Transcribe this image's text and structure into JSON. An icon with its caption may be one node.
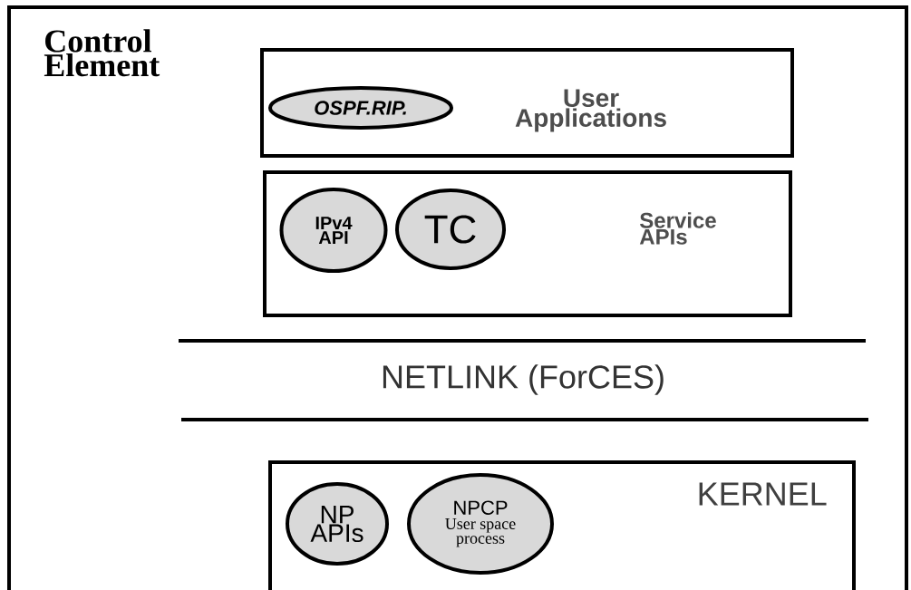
{
  "diagram": {
    "nodes": [
      {
        "text": [
          "Control Element"
        ]
      },
      {
        "text": [
          "User Applications"
        ],
        "in": 0
      },
      {
        "text": [
          "OSPF.RIP."
        ],
        "in": 1
      },
      {
        "text": [
          "Service APIs"
        ],
        "in": 0
      },
      {
        "text": [
          "IPv4 API"
        ],
        "in": 3
      },
      {
        "text": [
          "TC"
        ],
        "in": 3
      },
      {
        "text": [
          "NETLINK (ForCES)"
        ],
        "in": 0
      },
      {
        "text": [
          "KERNEL"
        ],
        "in": 0
      },
      {
        "text": [
          "NP APIs"
        ],
        "in": 7
      },
      {
        "text": [
          "NPCP",
          "User space process"
        ],
        "in": 7
      }
    ]
  }
}
